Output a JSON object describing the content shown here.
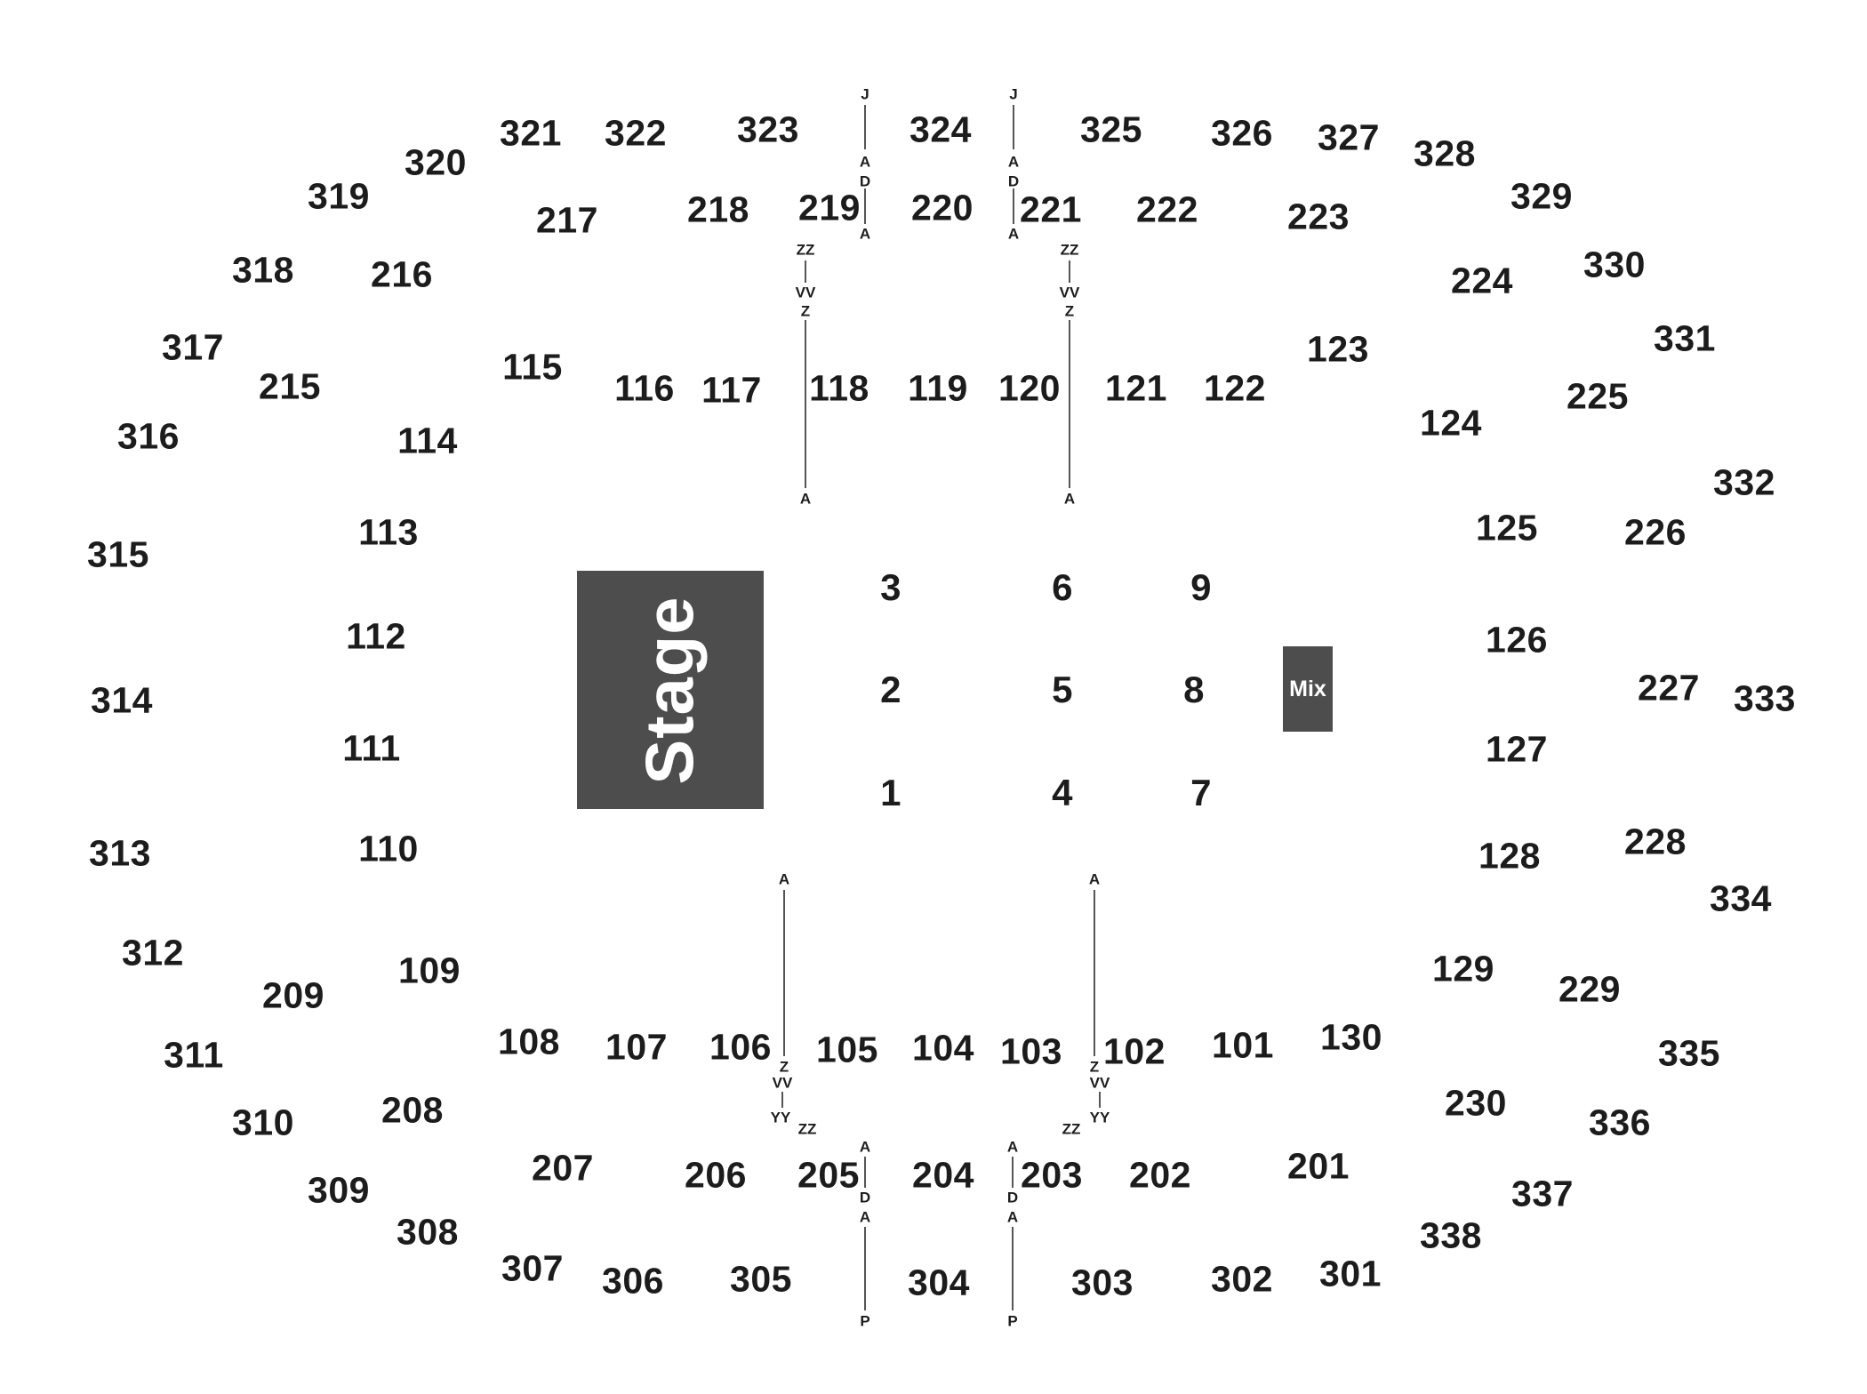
{
  "stage_label": "Stage",
  "mix_label": "Mix",
  "colors": {
    "block": "#4d4d4d",
    "text": "#1c1c1c",
    "line": "#555555",
    "background": "#ffffff"
  },
  "floor_sections": [
    "1",
    "2",
    "3",
    "4",
    "5",
    "6",
    "7",
    "8",
    "9"
  ],
  "sections_100": [
    "101",
    "102",
    "103",
    "104",
    "105",
    "106",
    "107",
    "108",
    "109",
    "110",
    "111",
    "112",
    "113",
    "114",
    "115",
    "116",
    "117",
    "118",
    "119",
    "120",
    "121",
    "122",
    "123",
    "124",
    "125",
    "126",
    "127",
    "128",
    "129",
    "130"
  ],
  "sections_200": [
    "201",
    "202",
    "203",
    "204",
    "205",
    "206",
    "207",
    "208",
    "209",
    "215",
    "216",
    "217",
    "218",
    "219",
    "220",
    "221",
    "222",
    "223",
    "224",
    "225",
    "226",
    "227",
    "228",
    "229",
    "230"
  ],
  "sections_300": [
    "301",
    "302",
    "303",
    "304",
    "305",
    "306",
    "307",
    "308",
    "309",
    "310",
    "311",
    "312",
    "313",
    "314",
    "315",
    "316",
    "317",
    "318",
    "319",
    "320",
    "321",
    "322",
    "323",
    "324",
    "325",
    "326",
    "327",
    "328",
    "329",
    "330",
    "331",
    "332",
    "333",
    "334",
    "335",
    "336",
    "337",
    "338"
  ],
  "row_markers": {
    "top_aisle_left": [
      "J",
      "A",
      "D",
      "A"
    ],
    "top_aisle_right": [
      "J",
      "A",
      "D",
      "A"
    ],
    "upper_left_vom": [
      "ZZ",
      "VV",
      "Z",
      "A"
    ],
    "upper_right_vom": [
      "ZZ",
      "VV",
      "Z",
      "A"
    ],
    "lower_left_vom": [
      "A",
      "Z",
      "VV",
      "YY",
      "ZZ"
    ],
    "lower_right_vom": [
      "A",
      "Z",
      "VV",
      "ZZ",
      "YY"
    ],
    "bottom_aisle_left": [
      "A",
      "D",
      "A",
      "P"
    ],
    "bottom_aisle_right": [
      "A",
      "D",
      "A",
      "P"
    ]
  }
}
